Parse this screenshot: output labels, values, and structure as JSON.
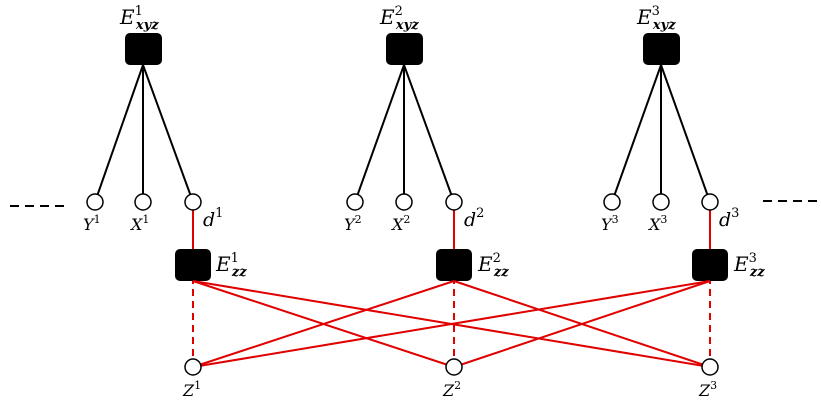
{
  "diagram": {
    "colors": {
      "black": "#000000",
      "red": "#e00000",
      "node_fill": "#ffffff"
    },
    "factor_groups": [
      {
        "top_factor": {
          "base": "E",
          "sup": "1",
          "sub": "xyz"
        },
        "observed": [
          {
            "base": "Y",
            "sup": "1"
          },
          {
            "base": "X",
            "sup": "1"
          }
        ],
        "link": {
          "base": "d",
          "sup": "1"
        },
        "bottom_factor": {
          "base": "E",
          "sup": "1",
          "sub": "zz"
        },
        "latent": {
          "base": "Z",
          "sup": "1"
        }
      },
      {
        "top_factor": {
          "base": "E",
          "sup": "2",
          "sub": "xyz"
        },
        "observed": [
          {
            "base": "Y",
            "sup": "2"
          },
          {
            "base": "X",
            "sup": "2"
          }
        ],
        "link": {
          "base": "d",
          "sup": "2"
        },
        "bottom_factor": {
          "base": "E",
          "sup": "2",
          "sub": "zz"
        },
        "latent": {
          "base": "Z",
          "sup": "2"
        }
      },
      {
        "top_factor": {
          "base": "E",
          "sup": "3",
          "sub": "xyz"
        },
        "observed": [
          {
            "base": "Y",
            "sup": "3"
          },
          {
            "base": "X",
            "sup": "3"
          }
        ],
        "link": {
          "base": "d",
          "sup": "3"
        },
        "bottom_factor": {
          "base": "E",
          "sup": "3",
          "sub": "zz"
        },
        "latent": {
          "base": "Z",
          "sup": "3"
        }
      }
    ],
    "continuation": {
      "left": "- - - -",
      "right": "- - - -"
    }
  }
}
